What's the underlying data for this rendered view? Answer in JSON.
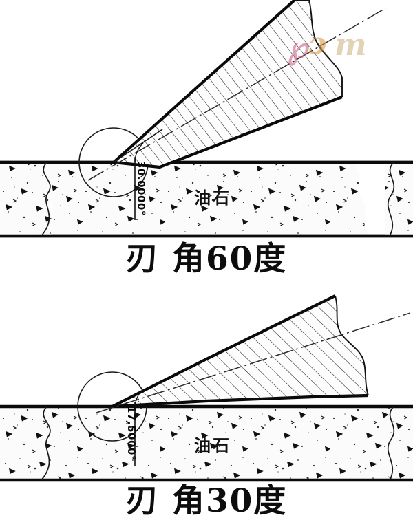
{
  "document": {
    "kind": "technical-drawing",
    "title": "Blade sharpening angle illustration",
    "background_color": "#ffffff",
    "line_color": "#111111"
  },
  "watermark": {
    "parts": [
      "℘",
      "ɔ",
      "m"
    ],
    "colors": [
      "#c9577f",
      "#d98f3d",
      "#cbb07a"
    ]
  },
  "figures": [
    {
      "id": "figure-top",
      "caption": "刃 角60度",
      "stone_label": "油石",
      "dimension_text": "30.0000°",
      "angle_degrees": 30,
      "included_angle_degrees": 60
    },
    {
      "id": "figure-bottom",
      "caption": "刃 角30度",
      "stone_label": "油石",
      "dimension_text": "17.5000°",
      "angle_degrees": 17.5,
      "included_angle_degrees": 30
    }
  ]
}
